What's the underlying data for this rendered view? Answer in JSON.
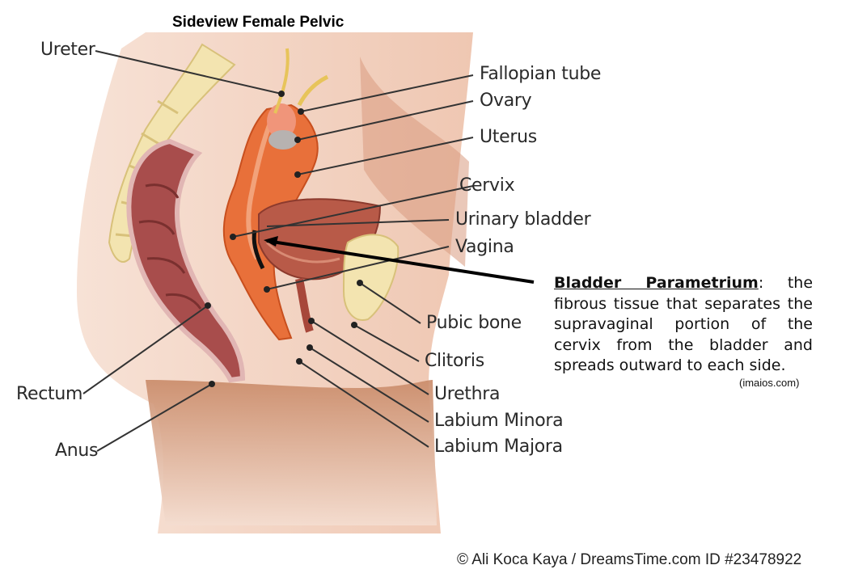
{
  "title": "Sideview Female Pelvic",
  "labels": {
    "ureter": "Ureter",
    "fallopian_tube": "Fallopian tube",
    "ovary": "Ovary",
    "uterus": "Uterus",
    "cervix": "Cervix",
    "urinary_bladder": "Urinary bladder",
    "vagina": "Vagina",
    "pubic_bone": "Pubic bone",
    "clitoris": "Clitoris",
    "urethra": "Urethra",
    "labium_minora": "Labium Minora",
    "labium_majora": "Labium Majora",
    "rectum": "Rectum",
    "anus": "Anus"
  },
  "callout": {
    "term": "Bladder Parametrium",
    "text": ": the fibrous tissue that separates the supravaginal portion of the cervix from the bladder and spreads outward to each side.",
    "source": "(imaios.com)"
  },
  "credit": "© Ali Koca Kaya / DreamsTime.com  ID #23478922",
  "colors": {
    "skin": "#f4d3c2",
    "skin_dark": "#c98a68",
    "bone": "#f3e4b0",
    "rectum": "#a84d4c",
    "uterus": "#e8703a",
    "bladder": "#b85a48",
    "leader": "#333333"
  }
}
